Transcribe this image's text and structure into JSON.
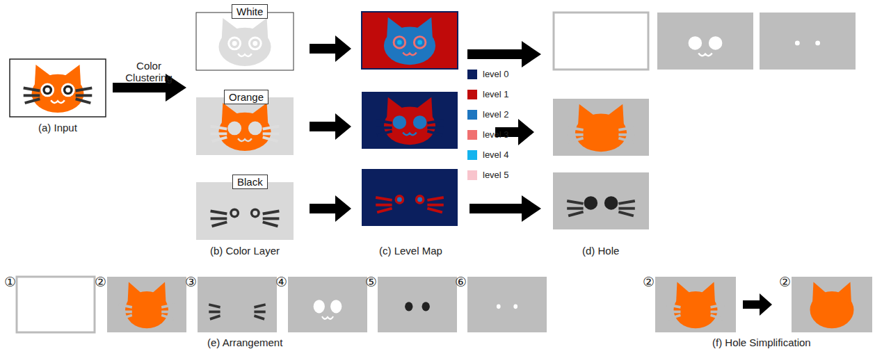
{
  "diagram": {
    "nodes": [
      {
        "text": [
          "White"
        ]
      },
      {
        "text": [
          "Orange"
        ]
      },
      {
        "text": [
          "Black"
        ]
      }
    ],
    "labels": [
      "Color Clustering",
      "(a) Input",
      "(b) Color Layer",
      "(c) Level Map",
      "(d) Hole",
      "①",
      "②",
      "③",
      "④",
      "⑤",
      "⑥",
      "(e) Arrangement",
      "②",
      "②",
      "(f) Hole Simplification"
    ],
    "legend": [
      {
        "text": "level 0",
        "color": "#0b1f5e"
      },
      {
        "text": "level 1",
        "color": "#c00a0a"
      },
      {
        "text": "level 2",
        "color": "#1e76c0"
      },
      {
        "text": "level 3",
        "color": "#f07070"
      },
      {
        "text": "level 4",
        "color": "#14b4ee"
      },
      {
        "text": "level 5",
        "color": "#f8c4cc"
      }
    ]
  }
}
